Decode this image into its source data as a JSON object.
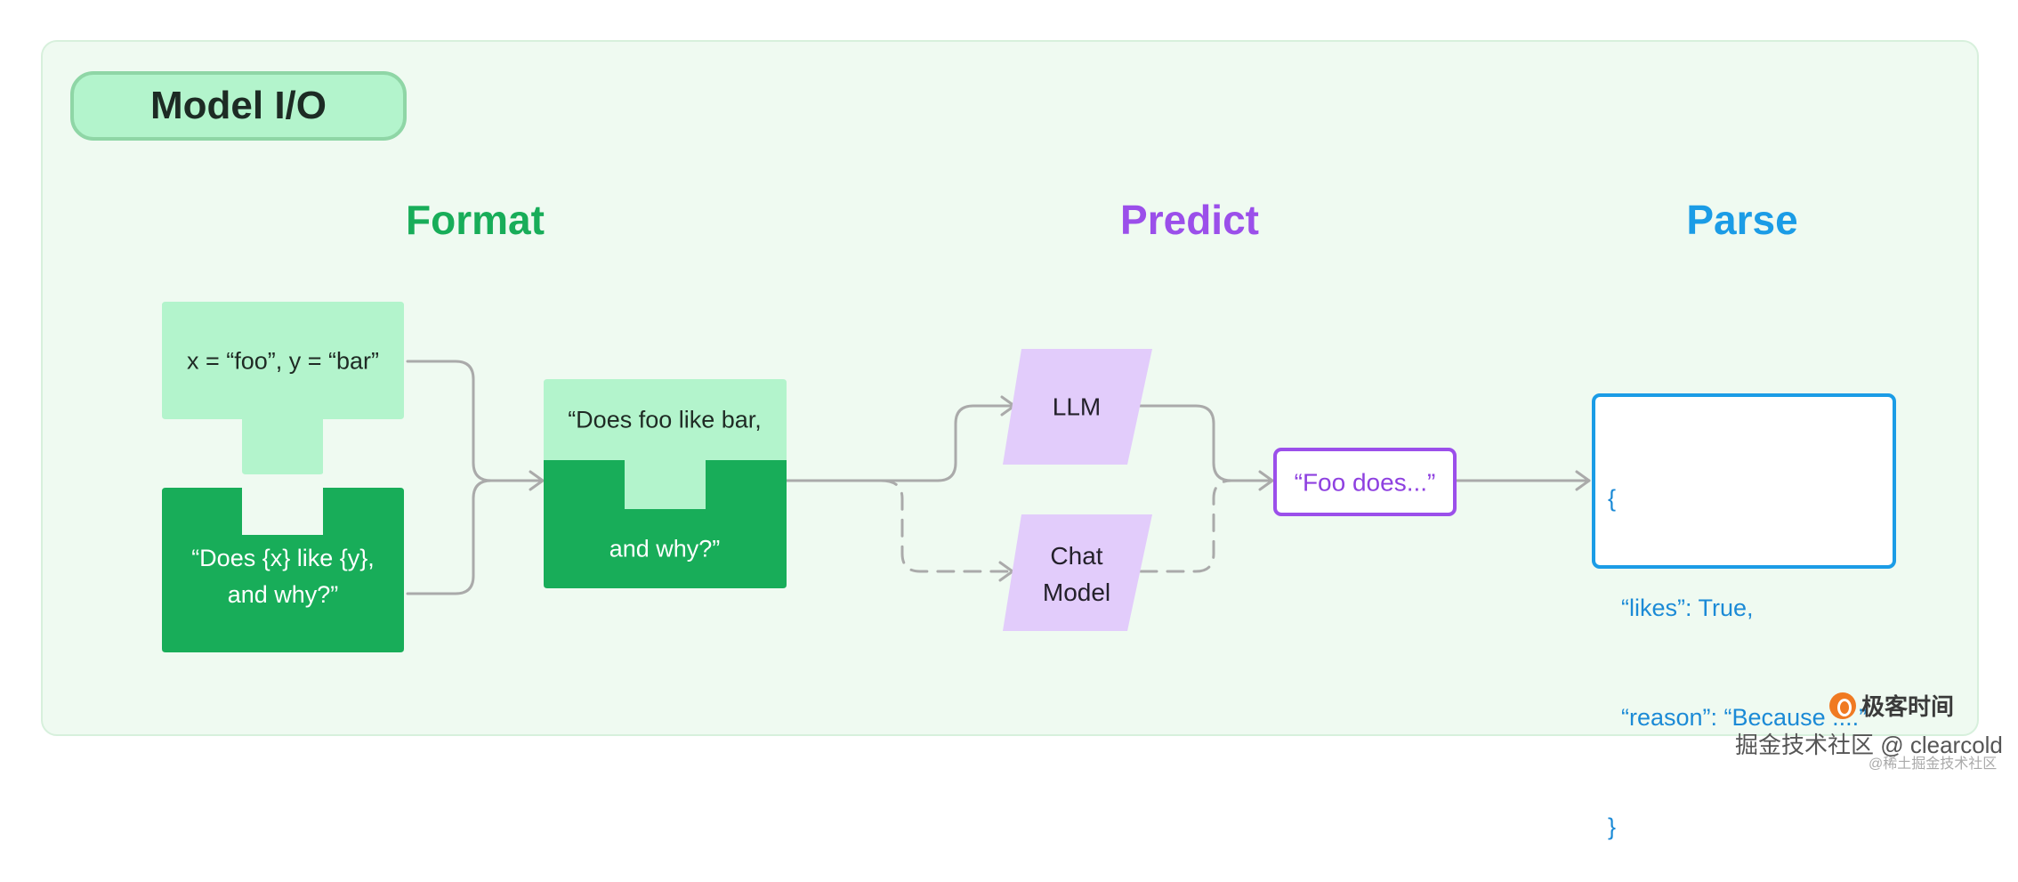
{
  "title": "Model I/O",
  "sections": {
    "format": "Format",
    "predict": "Predict",
    "parse": "Parse"
  },
  "format": {
    "variables": "x = “foo”, y = “bar”",
    "template_line1": "“Does {x} like {y},",
    "template_line2": "and why?”",
    "prompt_line1": "“Does foo like bar,",
    "prompt_line2": "and why?”"
  },
  "predict": {
    "llm": "LLM",
    "chat_line1": "Chat",
    "chat_line2": "Model",
    "output": "“Foo does...”"
  },
  "parse": {
    "lines": [
      "{",
      "  “likes”: True,",
      "  “reason”: “Because ....”",
      "}"
    ]
  },
  "branding": {
    "logo": "极客时间",
    "watermark": "掘金技术社区 @ clearcold",
    "watermark_small": "@稀土掘金技术社区"
  },
  "colors": {
    "panel_bg": "#effaf1",
    "light_green": "#b3f4cc",
    "dark_green": "#18ad59",
    "purple": "#9b4fea",
    "lavender": "#e2ccfb",
    "blue": "#1b9ce6",
    "connector": "#aaaaaa"
  }
}
